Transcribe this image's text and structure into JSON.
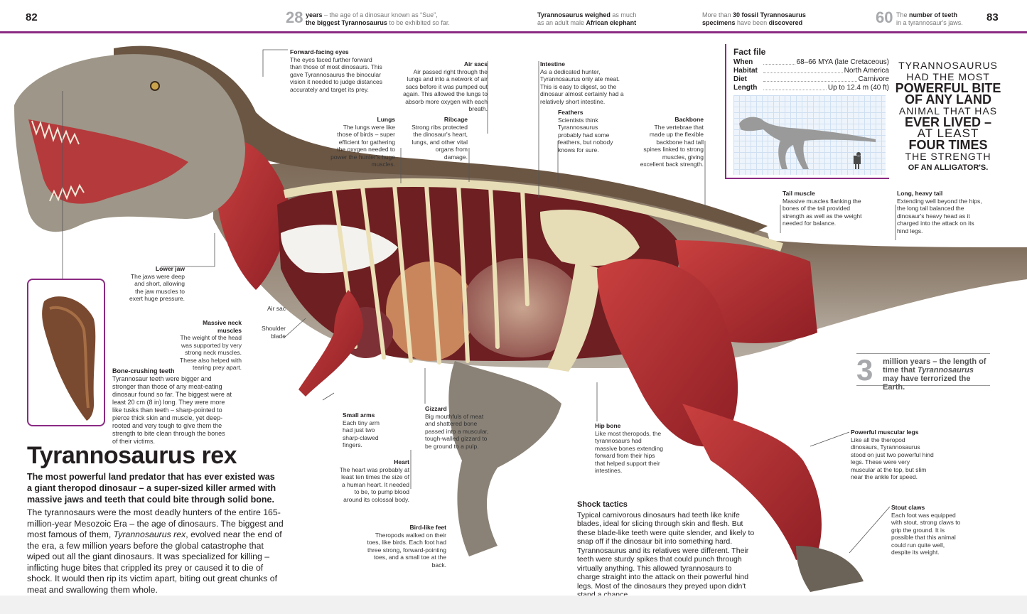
{
  "header": {
    "page_left": "82",
    "page_right": "83",
    "fact1_num": "28",
    "fact1_text_a": "years",
    "fact1_text_b": " – the age of a dinosaur known as “Sue”,",
    "fact1_text_c": "the biggest Tyrannosaurus",
    "fact1_text_d": " to be exhibited so far.",
    "fact2_a": "Tyrannosaurus weighed",
    "fact2_b": " as much",
    "fact2_c": "as an adult male ",
    "fact2_d": "African elephant",
    "fact3_a": "More than ",
    "fact3_b": "30 fossil Tyrannosaurus",
    "fact3_c": "specimens",
    "fact3_d": " have been ",
    "fact3_e": "discovered",
    "fact4_num": "60",
    "fact4_a": "The ",
    "fact4_b": "number of teeth",
    "fact4_c": "in a tyrannosaur's jaws."
  },
  "annotations": {
    "forward_eyes": {
      "title": "Forward-facing eyes",
      "body": "The eyes faced further forward than those of most dinosaurs. This gave Tyrannosaurus the binocular vision it needed to judge distances accurately and target its prey."
    },
    "air_sacs": {
      "title": "Air sacs",
      "body": "Air passed right through the lungs and into a network of air sacs before it was pumped out again. This allowed the lungs to absorb more oxygen with each breath."
    },
    "intestine": {
      "title": "Intestine",
      "body": "As a dedicated hunter, Tyrannosaurus only ate meat. This is easy to digest, so the dinosaur almost certainly had a relatively short intestine."
    },
    "lungs": {
      "title": "Lungs",
      "body": "The lungs were like those of birds – super efficient for gathering the oxygen needed to power the hunter's huge muscles."
    },
    "ribcage": {
      "title": "Ribcage",
      "body": "Strong ribs protected the dinosaur's heart, lungs, and other vital organs from damage."
    },
    "feathers": {
      "title": "Feathers",
      "body": "Scientists think Tyrannosaurus probably had some feathers, but nobody knows for sure."
    },
    "backbone": {
      "title": "Backbone",
      "body": "The vertebrae that made up the flexible backbone had tall spines linked to strong muscles, giving excellent back strength."
    },
    "tail_muscle": {
      "title": "Tail muscle",
      "body": "Massive muscles flanking the bones of the tail provided strength as well as the weight needed for balance."
    },
    "long_tail": {
      "title": "Long, heavy tail",
      "body": "Extending well beyond the hips, the long tail balanced the dinosaur's heavy head as it charged into the attack on its hind legs."
    },
    "lower_jaw": {
      "title": "Lower jaw",
      "body": "The jaws were deep and short, allowing the jaw muscles to exert huge pressure."
    },
    "neck_muscles": {
      "title": "Massive neck muscles",
      "body": "The weight of the head was supported by very strong neck muscles. These also helped with tearing prey apart."
    },
    "air_sac_label": "Air sac",
    "shoulder_blade": "Shoulder blade",
    "bone_crushing": {
      "title": "Bone-crushing teeth",
      "body": "Tyrannosaur teeth were bigger and stronger than those of any meat-eating dinosaur found so far. The biggest were at least 20 cm (8 in) long. They were more like tusks than teeth – sharp-pointed to pierce thick skin and muscle, yet deep-rooted and very tough to give them the strength to bite clean through the bones of their victims."
    },
    "small_arms": {
      "title": "Small arms",
      "body": "Each tiny arm had just two sharp-clawed fingers."
    },
    "gizzard": {
      "title": "Gizzard",
      "body": "Big mouthfuls of meat and shattered bone passed into a muscular, tough-walled gizzard to be ground to a pulp."
    },
    "hip_bone": {
      "title": "Hip bone",
      "body": "Like most theropods, the tyrannosaurs had massive bones extending forward from their hips that helped support their intestines."
    },
    "heart": {
      "title": "Heart",
      "body": "The heart was probably at least ten times the size of a human heart. It needed to be, to pump blood around its colossal body."
    },
    "muscular_legs": {
      "title": "Powerful muscular legs",
      "body": "Like all the theropod dinosaurs, Tyrannosaurus stood on just two powerful hind legs. These were very muscular at the top, but slim near the ankle for speed."
    },
    "stout_claws": {
      "title": "Stout claws",
      "body": "Each foot was equipped with stout, strong claws to grip the ground. It is possible that this animal could run quite well, despite its weight."
    },
    "bird_feet": {
      "title": "Bird-like feet",
      "body": "Theropods walked on their toes, like birds. Each foot had three strong, forward-pointing toes, and a small toe at the back."
    }
  },
  "factfile": {
    "title": "Fact file",
    "rows": [
      {
        "k": "When",
        "v": "68–66 MYA (late Cretaceous)"
      },
      {
        "k": "Habitat",
        "v": "North America"
      },
      {
        "k": "Diet",
        "v": "Carnivore"
      },
      {
        "k": "Length",
        "v": "Up to 12.4 m (40 ft)"
      }
    ]
  },
  "quote": {
    "l1": "Tyrannosaurus",
    "l2": "had the most",
    "l3": "powerful bite",
    "l4": "of any land",
    "l5": "animal that has",
    "l6": "ever lived –",
    "l7": "at least",
    "l8": "four times",
    "l9": "the strength",
    "l10": "of an alligator's."
  },
  "callout": {
    "num": "3",
    "text_a": "million years – the length of time that ",
    "text_b": "Tyrannosaurus",
    "text_c": " may have terrorized the Earth."
  },
  "main": {
    "title": "Tyrannosaurus rex",
    "intro": "The most powerful land predator that has ever existed was a giant theropod dinosaur – a super-sized killer armed with massive jaws and teeth that could bite through solid bone.",
    "body_a": "The tyrannosaurs were the most deadly hunters of the entire 165-million-year Mesozoic Era – the age of dinosaurs. The biggest and most famous of them, ",
    "body_b": "Tyrannosaurus rex",
    "body_c": ", evolved near the end of the era, a few million years before the global catastrophe that wiped out all the giant dinosaurs. It was specialized for killing – inflicting huge bites that crippled its prey or caused it to die of shock. It would then rip its victim apart, biting out great chunks of meat and swallowing them whole."
  },
  "shock": {
    "title": "Shock tactics",
    "body": "Typical carnivorous dinosaurs had teeth like knife blades, ideal for slicing through skin and flesh. But these blade-like teeth were quite slender, and likely to snap off if the dinosaur bit into something hard. Tyrannosaurus and its relatives were different. Their teeth were sturdy spikes that could punch through virtually anything. This allowed tyrannosaurs to charge straight into the attack on their powerful hind legs. Most of the dinosaurs they preyed upon didn't stand a chance."
  },
  "colors": {
    "accent": "#8b2a83",
    "muscle": "#b3282d",
    "bone": "#e6dcb6",
    "skin": "#8a8277",
    "gray_num": "#a7a9ac"
  }
}
